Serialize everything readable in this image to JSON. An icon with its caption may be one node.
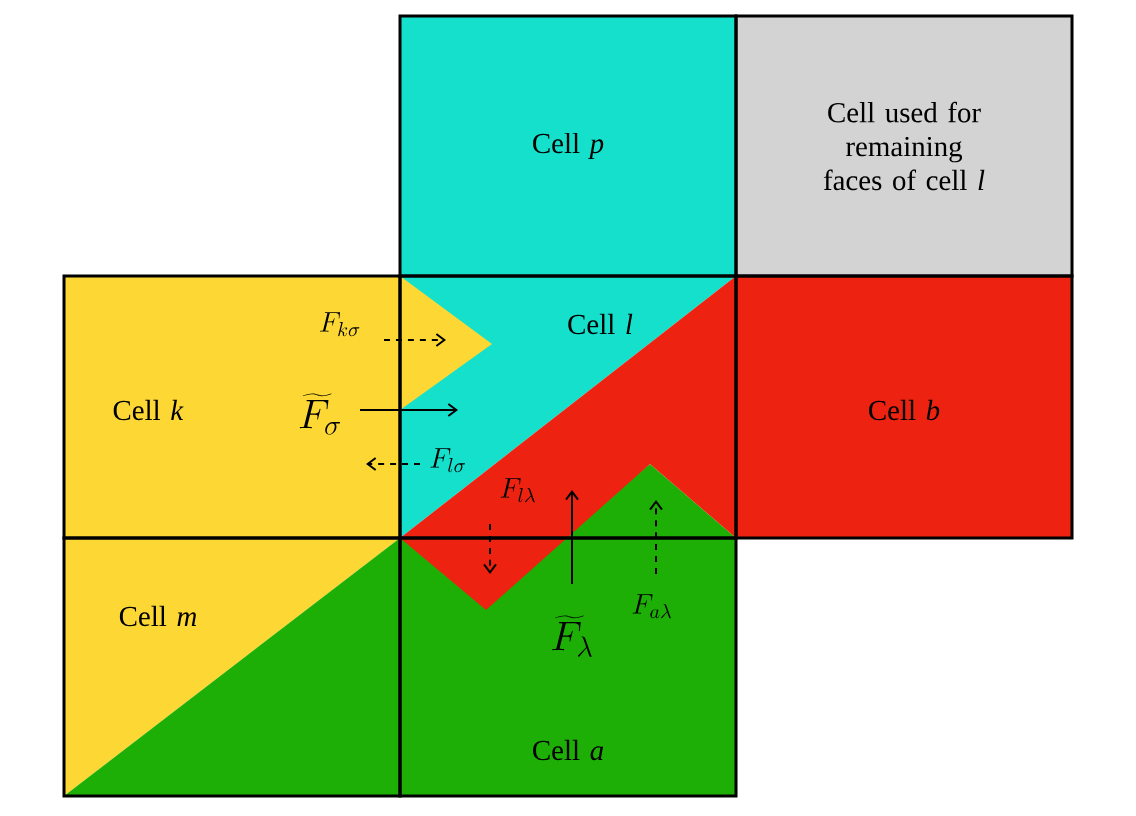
{
  "diagram": {
    "nodes": [
      {
        "text": [
          "Cell *p*"
        ]
      },
      {
        "text": [
          "Cell used for remaining faces of cell *l*"
        ]
      },
      {
        "text": [
          "Cell *k*"
        ]
      },
      {
        "text": [
          "Cell *l*"
        ]
      },
      {
        "text": [
          "Cell *b*"
        ]
      },
      {
        "text": [
          "Cell *m*"
        ]
      },
      {
        "text": [
          "Cell *a*"
        ]
      }
    ],
    "edges": [
      {
        "from": 2,
        "to": 3,
        "arrow": "to",
        "style": "dashed",
        "label": "F_{k\\sigma}"
      },
      {
        "from": 2,
        "to": 3,
        "arrow": "to",
        "label": "\\widetilde{F}_{\\sigma}"
      },
      {
        "from": 3,
        "to": 2,
        "arrow": "to",
        "style": "dashed",
        "label": "F_{l\\sigma}"
      },
      {
        "from": 3,
        "to": 6,
        "arrow": "to",
        "style": "dashed",
        "label": "F_{l\\lambda}"
      },
      {
        "from": 6,
        "to": 3,
        "arrow": "to",
        "label": "\\widetilde{F}_{\\lambda}"
      },
      {
        "from": 6,
        "to": 3,
        "arrow": "to",
        "style": "dashed",
        "label": "F_{a\\lambda}"
      }
    ]
  }
}
